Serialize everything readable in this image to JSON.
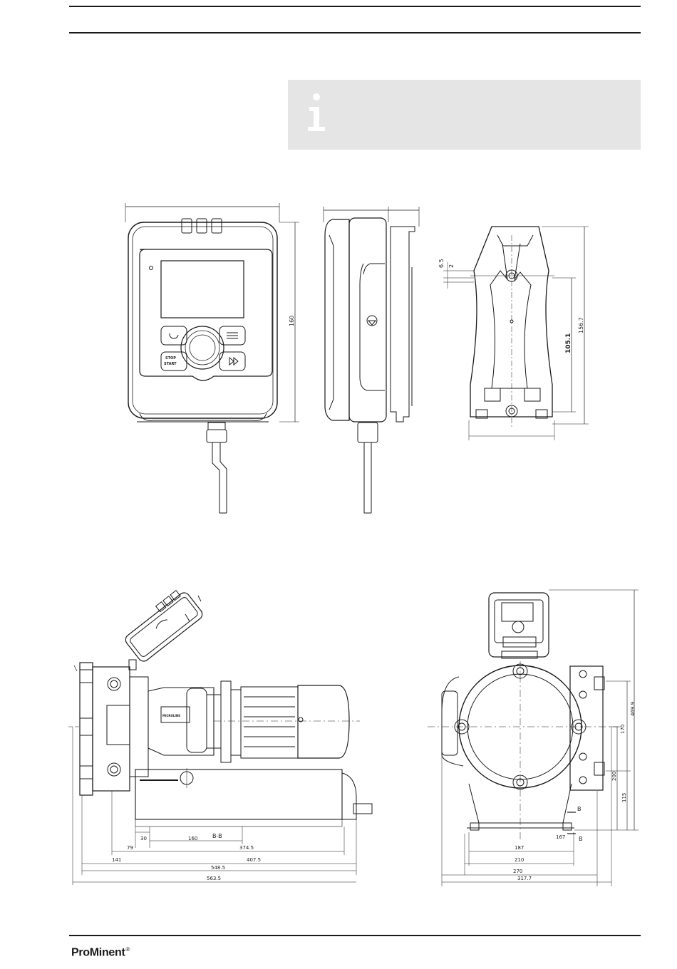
{
  "header": {},
  "info_box": {
    "icon": "info-icon"
  },
  "controller_drawing": {
    "front": {
      "height_dim": "160",
      "btn_stop": "STOP",
      "btn_start": "START"
    },
    "bracket": {
      "dim_a": "6.5",
      "dim_b": "2",
      "dim_c": "105.1",
      "dim_d": "156.7"
    }
  },
  "pump_side_view": {
    "label_plate": "MICROLINE",
    "section_mark": "B-B",
    "dims": {
      "d30": "30",
      "d160": "160",
      "d79": "79",
      "d374": "374.5",
      "d141": "141",
      "d407": "407.5",
      "d548": "548.5",
      "d563": "563.5"
    }
  },
  "pump_end_view": {
    "section_b_top": "B",
    "section_b_bottom": "B",
    "dims": {
      "d4699": "469.9",
      "d170": "170",
      "d200": "200",
      "d115": "115",
      "d167": "167",
      "d187": "187",
      "d210": "210",
      "d270": "270",
      "d317": "317.7"
    }
  },
  "footer": {
    "brand": "ProMinent",
    "registered": "®"
  }
}
